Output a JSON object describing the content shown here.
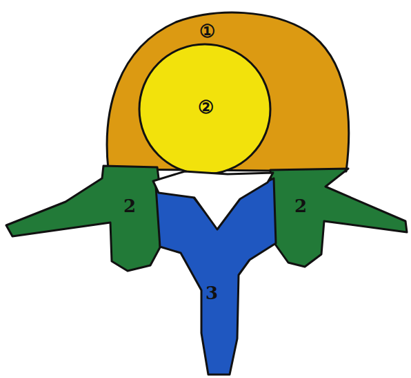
{
  "diagram": {
    "labels": [
      "①",
      "②",
      "2",
      "2",
      "3"
    ]
  }
}
